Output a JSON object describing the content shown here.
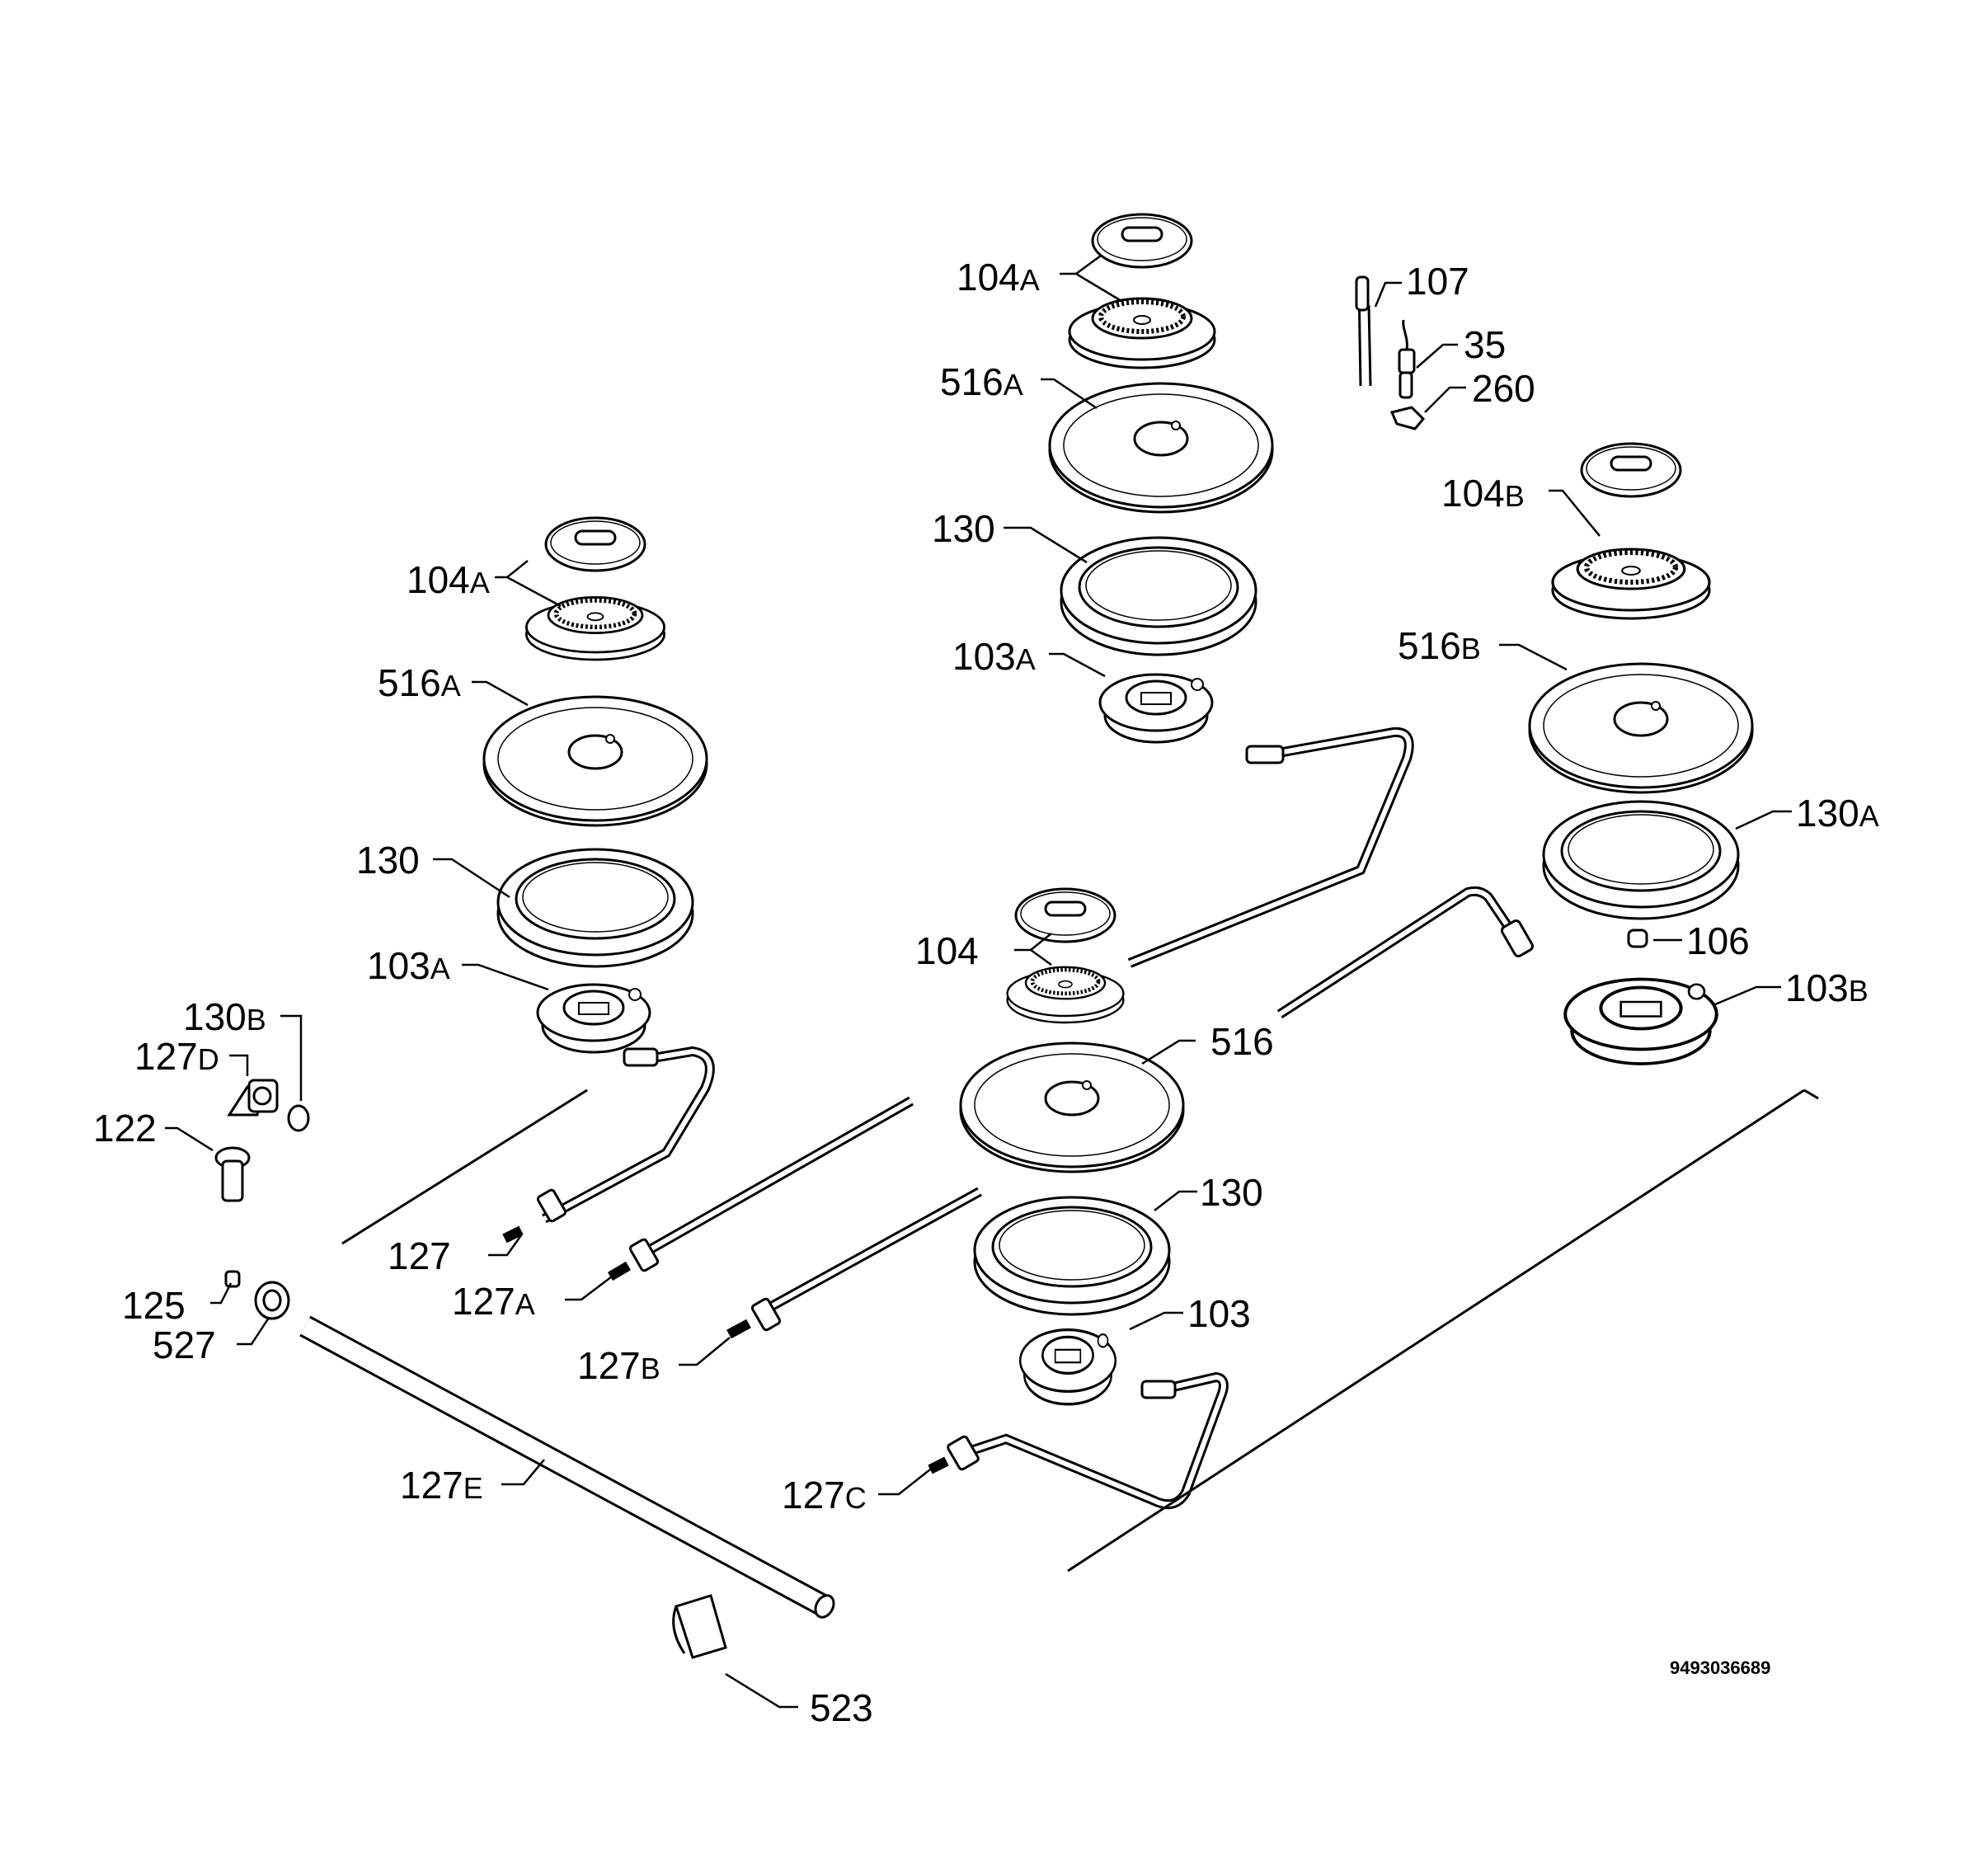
{
  "diagram_code": "9493036689",
  "labels": {
    "l1": {
      "num": "104",
      "sfx": "A"
    },
    "l2": {
      "num": "107",
      "sfx": ""
    },
    "l3": {
      "num": "35",
      "sfx": ""
    },
    "l4": {
      "num": "260",
      "sfx": ""
    },
    "l5": {
      "num": "516",
      "sfx": "A"
    },
    "l6": {
      "num": "130",
      "sfx": ""
    },
    "l7": {
      "num": "103",
      "sfx": "A"
    },
    "l8": {
      "num": "104",
      "sfx": "B"
    },
    "l9": {
      "num": "516",
      "sfx": "B"
    },
    "l10": {
      "num": "130",
      "sfx": "A"
    },
    "l11": {
      "num": "106",
      "sfx": ""
    },
    "l12": {
      "num": "103",
      "sfx": "B"
    },
    "l13": {
      "num": "104",
      "sfx": "A"
    },
    "l14": {
      "num": "516",
      "sfx": "A"
    },
    "l15": {
      "num": "130",
      "sfx": ""
    },
    "l16": {
      "num": "103",
      "sfx": "A"
    },
    "l17": {
      "num": "130",
      "sfx": "B"
    },
    "l18": {
      "num": "127",
      "sfx": "D"
    },
    "l19": {
      "num": "122",
      "sfx": ""
    },
    "l20": {
      "num": "104",
      "sfx": ""
    },
    "l21": {
      "num": "516",
      "sfx": ""
    },
    "l22": {
      "num": "130",
      "sfx": ""
    },
    "l23": {
      "num": "103",
      "sfx": ""
    },
    "l24": {
      "num": "127",
      "sfx": ""
    },
    "l25": {
      "num": "127",
      "sfx": "A"
    },
    "l26": {
      "num": "127",
      "sfx": "B"
    },
    "l27": {
      "num": "125",
      "sfx": ""
    },
    "l28": {
      "num": "527",
      "sfx": ""
    },
    "l29": {
      "num": "127",
      "sfx": "E"
    },
    "l30": {
      "num": "127",
      "sfx": "C"
    },
    "l31": {
      "num": "523",
      "sfx": ""
    }
  }
}
